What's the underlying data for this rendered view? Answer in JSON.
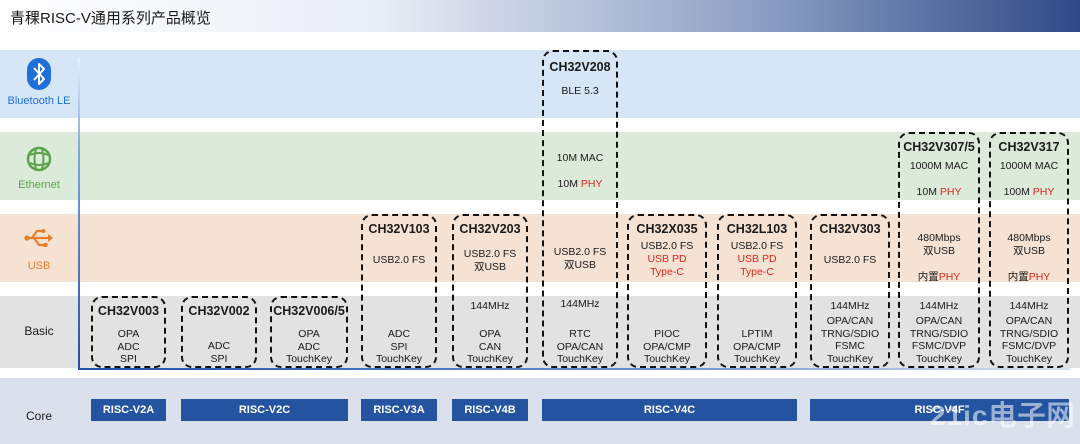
{
  "title": "青稞RISC-V通用系列产品概览",
  "rows": {
    "bluetooth": "Bluetooth LE",
    "ethernet": "Ethernet",
    "usb": "USB",
    "basic": "Basic",
    "core": "Core"
  },
  "colors": {
    "bluetooth_band": "#d6e6f7",
    "ethernet_band": "#dcebd9",
    "usb_band": "#f6e2d3",
    "basic_band": "#e2e2e2",
    "core_band": "#dbe1ec",
    "core_block": "#24549f",
    "highlight_text": "#e0261c"
  },
  "chips": [
    {
      "name": "CH32V003",
      "basic": "OPA\nADC\nSPI"
    },
    {
      "name": "CH32V002",
      "basic": "ADC\nSPI"
    },
    {
      "name": "CH32V006/5",
      "basic": "OPA\nADC\nTouchKey"
    },
    {
      "name": "CH32V103",
      "usb": "USB2.0 FS",
      "basic": "ADC\nSPI\nTouchKey"
    },
    {
      "name": "CH32V203",
      "usb": "USB2.0 FS\n双USB",
      "basic_top": "144MHz",
      "basic": "OPA\nCAN\nTouchKey"
    },
    {
      "name": "CH32V208",
      "ble": "BLE 5.3",
      "eth_line1": "10M MAC",
      "eth_line2_prefix": "10M ",
      "eth_line2_red": "PHY",
      "usb": "USB2.0 FS\n双USB",
      "basic_top": "144MHz",
      "basic": "RTC\nOPA/CAN\nTouchKey"
    },
    {
      "name": "CH32X035",
      "usb_line1": "USB2.0 FS",
      "usb_red": "USB PD\nType-C",
      "basic": "PIOC\nOPA/CMP\nTouchKey"
    },
    {
      "name": "CH32L103",
      "usb_line1": "USB2.0 FS",
      "usb_red": "USB PD\nType-C",
      "basic": "LPTIM\nOPA/CMP\nTouchKey"
    },
    {
      "name": "CH32V303",
      "usb": "USB2.0 FS",
      "basic_top": "144MHz",
      "basic": "OPA/CAN\nTRNG/SDIO\nFSMC\nTouchKey"
    },
    {
      "name": "CH32V307/5",
      "eth_line1": "1000M MAC",
      "eth_line2_prefix": "10M ",
      "eth_line2_red": "PHY",
      "usb_line1": "480Mbps",
      "usb_line2": "双USB",
      "usb_line3_prefix": "内置",
      "usb_line3_red": "PHY",
      "basic_top": "144MHz",
      "basic": "OPA/CAN\nTRNG/SDIO\nFSMC/DVP\nTouchKey"
    },
    {
      "name": "CH32V317",
      "eth_line1": "1000M MAC",
      "eth_line2_prefix": "100M ",
      "eth_line2_red": "PHY",
      "usb_line1": "480Mbps",
      "usb_line2": "双USB",
      "usb_line3_prefix": "内置",
      "usb_line3_red": "PHY",
      "basic_top": "144MHz",
      "basic": "OPA/CAN\nTRNG/SDIO\nFSMC/DVP\nTouchKey"
    }
  ],
  "cores": [
    "RISC-V2A",
    "RISC-V2C",
    "RISC-V3A",
    "RISC-V4B",
    "RISC-V4C",
    "RISC-V4F"
  ],
  "watermark": "21ic电子网"
}
